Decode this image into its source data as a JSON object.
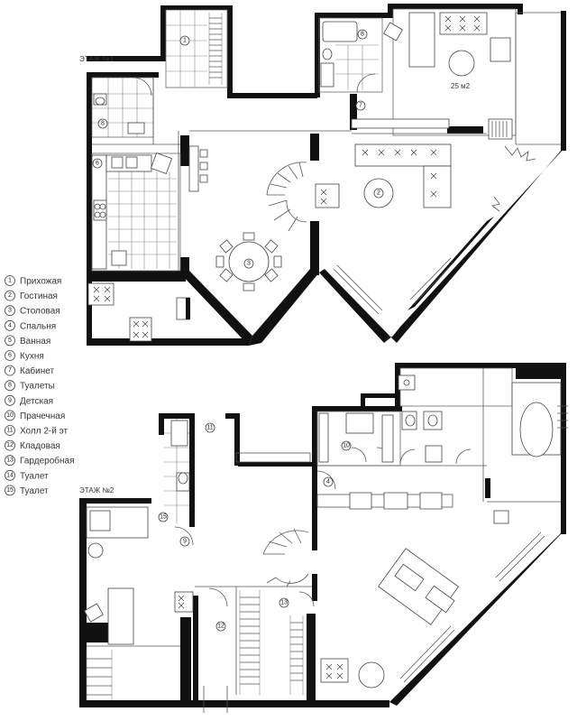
{
  "floor1": {
    "title": "ЭТАЖ №1",
    "area": "25 м2"
  },
  "floor2": {
    "title": "ЭТАЖ №2"
  },
  "legend": [
    {
      "n": "1",
      "label": "Прихожая"
    },
    {
      "n": "2",
      "label": "Гостиная"
    },
    {
      "n": "3",
      "label": "Столовая"
    },
    {
      "n": "4",
      "label": "Спальня"
    },
    {
      "n": "5",
      "label": "Ванная"
    },
    {
      "n": "6",
      "label": "Кухня"
    },
    {
      "n": "7",
      "label": "Кабинет"
    },
    {
      "n": "8",
      "label": "Туалеты"
    },
    {
      "n": "9",
      "label": "Детская"
    },
    {
      "n": "10",
      "label": "Прачечная"
    },
    {
      "n": "11",
      "label": "Холл 2-й эт"
    },
    {
      "n": "12",
      "label": "Кладовая"
    },
    {
      "n": "13",
      "label": "Гардеробная"
    },
    {
      "n": "14",
      "label": "Туалет"
    },
    {
      "n": "15",
      "label": "Туалет"
    }
  ],
  "markers": {
    "f1": [
      "1",
      "2",
      "3",
      "6",
      "7",
      "8",
      "8"
    ],
    "f2": [
      "4",
      "9",
      "10",
      "11",
      "12",
      "13",
      "15"
    ]
  }
}
